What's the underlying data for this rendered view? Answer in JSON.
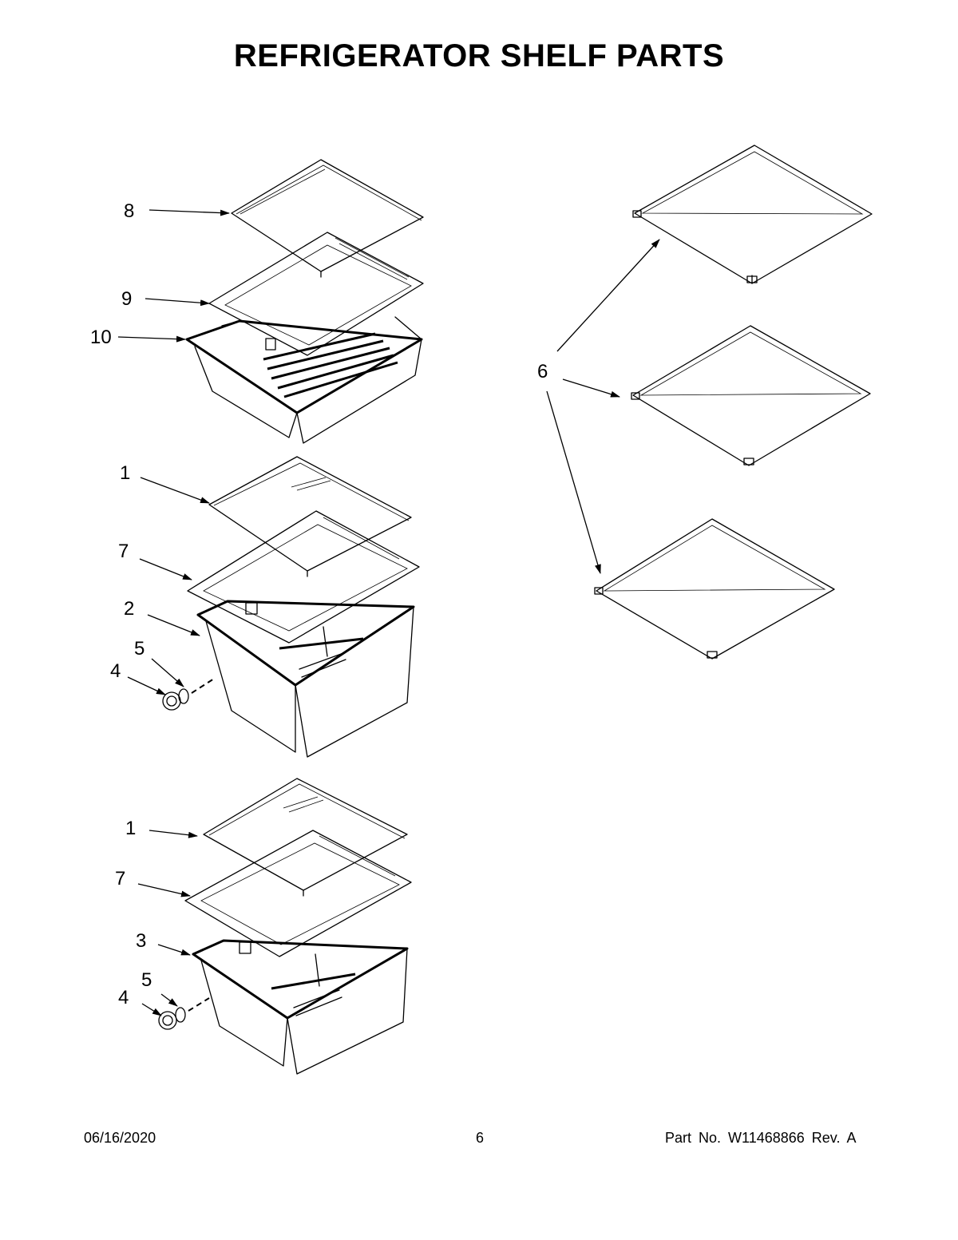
{
  "title": "REFRIGERATOR SHELF PARTS",
  "callouts": {
    "c8": "8",
    "c9": "9",
    "c10": "10",
    "c1a": "1",
    "c7a": "7",
    "c2": "2",
    "c5a": "5",
    "c4a": "4",
    "c1b": "1",
    "c7b": "7",
    "c3": "3",
    "c5b": "5",
    "c4b": "4",
    "c6": "6"
  },
  "footer": {
    "date": "06/16/2020",
    "page": "6",
    "part": "Part No.  W11468866  Rev.  A"
  }
}
